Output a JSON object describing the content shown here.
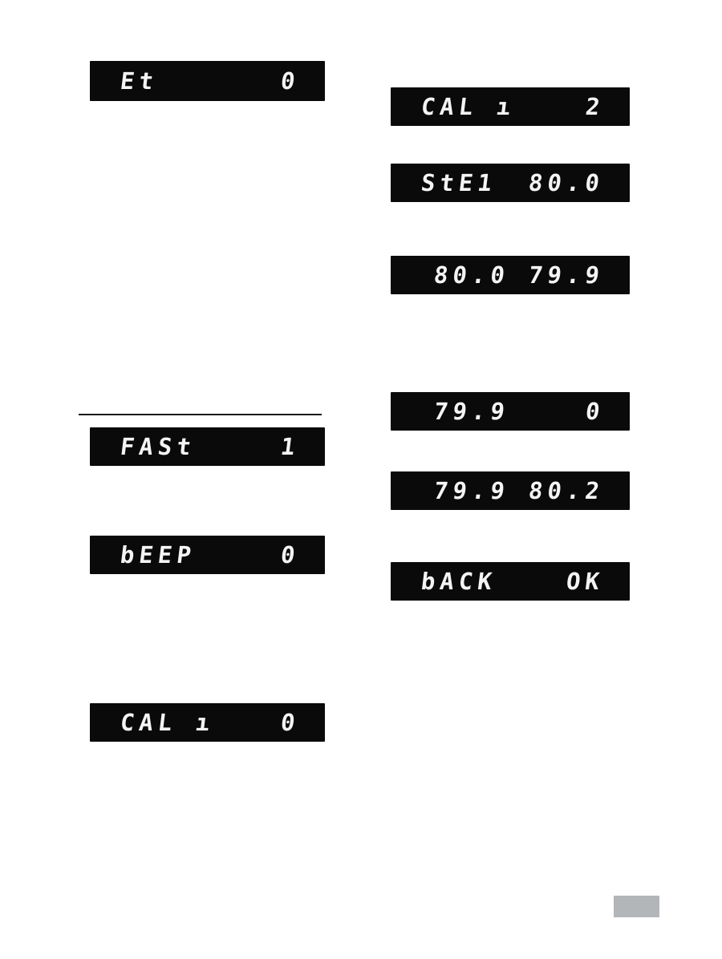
{
  "left_column": {
    "displays": {
      "et": {
        "label": "Et",
        "value": "0"
      },
      "fast": {
        "label": "FASt",
        "value": "1"
      },
      "beep": {
        "label": "bEEP",
        "value": "0"
      },
      "cali": {
        "label": "CAL ı",
        "value": "0"
      }
    }
  },
  "right_column": {
    "displays": {
      "cali": {
        "label": "CAL ı",
        "value": "2"
      },
      "ste1": {
        "label": "StE1",
        "value": "80.0"
      },
      "compare": {
        "label": "80.0",
        "value": "79.9"
      },
      "zero": {
        "label": "79.9",
        "value": "0"
      },
      "span": {
        "label": "79.9",
        "value": "80.2"
      },
      "back_ok": {
        "label": "bACK",
        "value": "OK"
      }
    }
  },
  "colors": {
    "display_bg": "#0a0a0a",
    "segment_text": "#f4f4f4",
    "page_marker": "#b3b6b9"
  }
}
